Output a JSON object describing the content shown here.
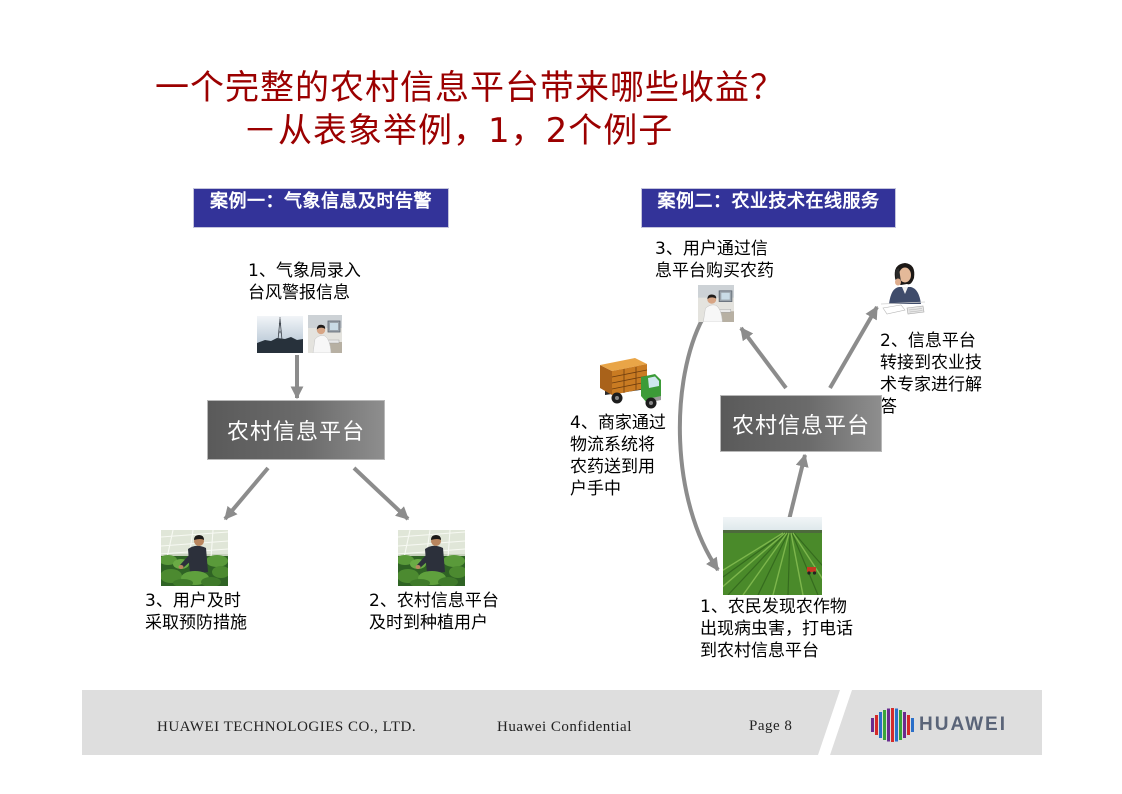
{
  "slide": {
    "title_line1": "一个完整的农村信息平台带来哪些收益？",
    "title_line2": "－从表象举例，1，2个例子"
  },
  "case1": {
    "header": "案例一：气象信息及时告警",
    "platform": "农村信息平台",
    "step1": [
      "1、气象局录入",
      "台风警报信息"
    ],
    "step2": [
      "2、农村信息平台",
      "及时到种植用户"
    ],
    "step3": [
      "3、用户及时",
      "采取预防措施"
    ]
  },
  "case2": {
    "header": "案例二：农业技术在线服务",
    "platform": "农村信息平台",
    "step1": [
      "1、农民发现农作物",
      "出现病虫害，打电话",
      "到农村信息平台"
    ],
    "step2": [
      "2、信息平台",
      "转接到农业技",
      "术专家进行解",
      "答"
    ],
    "step3": [
      "3、用户通过信",
      "息平台购买农药"
    ],
    "step4": [
      "4、商家通过",
      "物流系统将",
      "农药送到用",
      "户手中"
    ]
  },
  "footer": {
    "company": "HUAWEI TECHNOLOGIES CO., LTD.",
    "confidential": "Huawei Confidential",
    "page": "Page 8",
    "logo_text": "HUAWEI"
  },
  "images": {
    "case1_source": [
      "weather-tower-photo",
      "office-worker-photo"
    ],
    "case1_users": [
      "greenhouse-worker-photo",
      "greenhouse-worker-photo"
    ],
    "case2_buyer": "office-worker-photo",
    "case2_expert": "woman-on-phone-photo",
    "case2_logistics": "delivery-truck-icon",
    "case2_farmer": "crop-field-photo",
    "logo": "huawei-logo-icon"
  },
  "colors": {
    "title": "#9b0000",
    "case_header_bg": "#333399",
    "platform_box": "#6b6b6b",
    "arrow": "#8c8c8c",
    "footer_band": "#dedede",
    "text": "#000000"
  }
}
